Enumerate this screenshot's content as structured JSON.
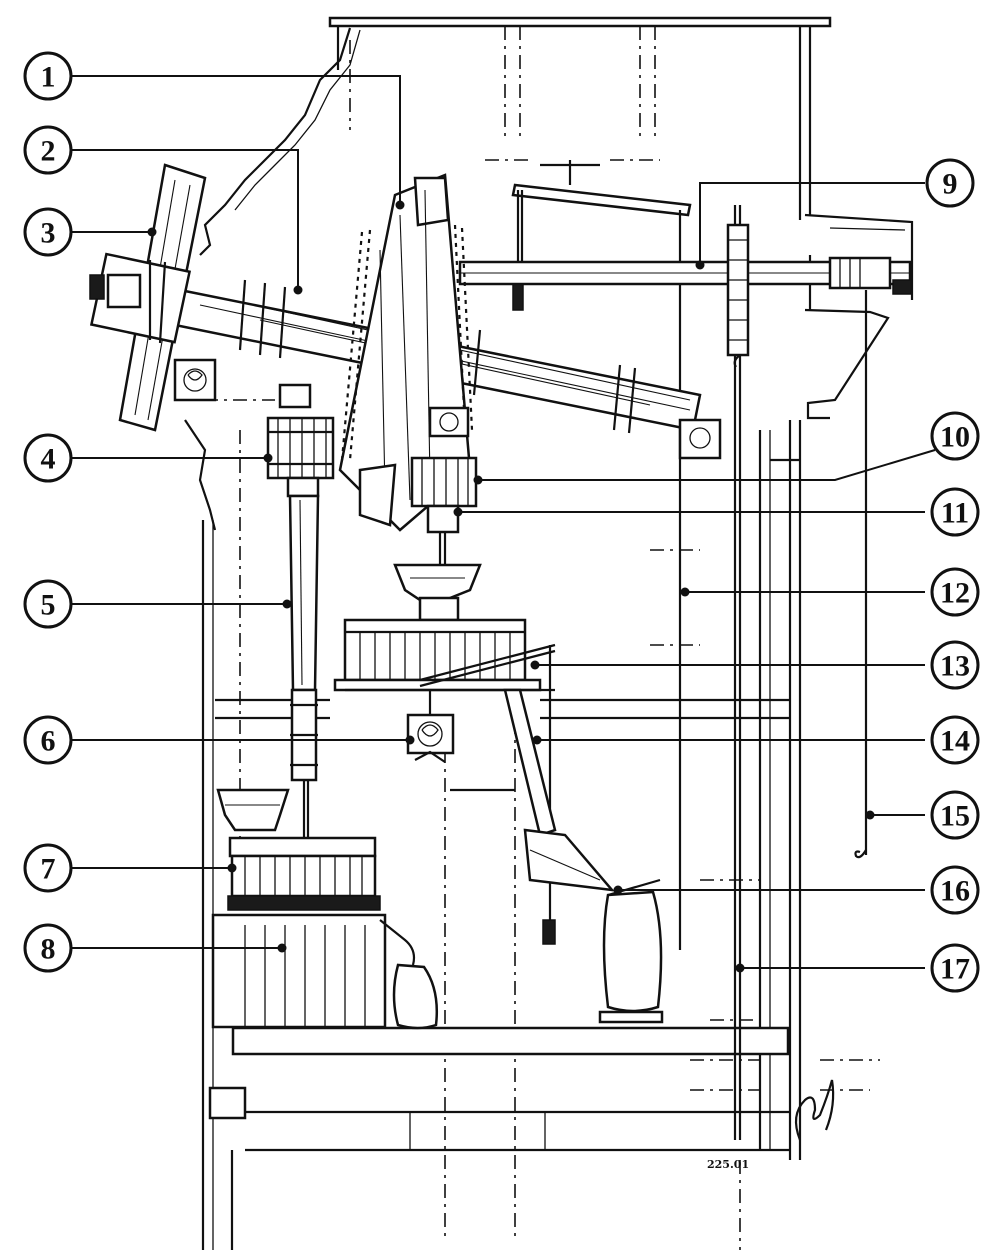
{
  "diagram": {
    "callouts": [
      {
        "label": "1"
      },
      {
        "label": "2"
      },
      {
        "label": "3"
      },
      {
        "label": "4"
      },
      {
        "label": "5"
      },
      {
        "label": "6"
      },
      {
        "label": "7"
      },
      {
        "label": "8"
      },
      {
        "label": "9"
      },
      {
        "label": "10"
      },
      {
        "label": "11"
      },
      {
        "label": "12"
      },
      {
        "label": "13"
      },
      {
        "label": "14"
      },
      {
        "label": "15"
      },
      {
        "label": "16"
      },
      {
        "label": "17"
      }
    ],
    "signature_date": "225.01"
  }
}
